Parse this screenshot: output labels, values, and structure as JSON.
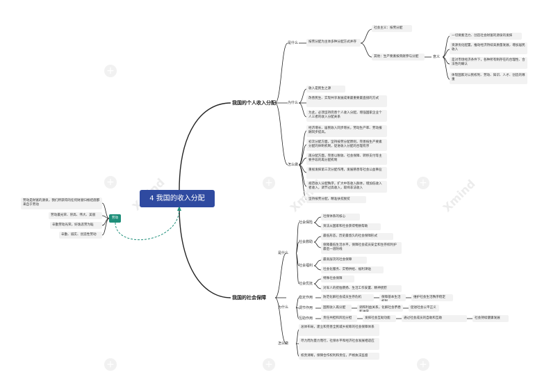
{
  "root": {
    "title": "4 我国的收入分配"
  },
  "labor": {
    "tag": "劳动",
    "items": [
      "劳动是财富的源泉，我们所获得的任何财富归根结底都来自于劳动",
      "劳动最光荣、崇高、伟大、美丽",
      "辛勤劳动光荣，好逸恶劳为耻",
      "辛勤、诚实、创造性劳动"
    ]
  },
  "income": {
    "title": "我国的个人收入分配",
    "what": {
      "label": "是什么",
      "core": "按劳分配为主体多种分配方式并存",
      "a": "社会主义：按劳分配",
      "b": "其他：生产要素按贡献参与分配",
      "meaning_label": "意义",
      "meaning": [
        "一切要素活力、创造社会财富的源泉的发挥",
        "资源优化配置，推动经济持续高质量发展，增加居民收入",
        "是对市场经济条件下，各种所有制存在的合理性、合法性的确认",
        "体现国家对公民权利、劳动、知识、人才、创造的尊重"
      ]
    },
    "why": {
      "label": "为什么",
      "items": [
        "收入是民生之源",
        "改善民生、实现共享发展成果最重要最直接的方式",
        "为此，必须坚持完善个人收入分配，增强国家企业个人三者的收入分配关系"
      ]
    },
    "how": {
      "label": "怎么做",
      "items": [
        "经济增长、居民收入同步增长，劳动生产率、劳动报酬同步提高。",
        "初次分配方面，坚持按劳分配原则，完善按生产要素分配的体制机制，促进收入分配的合理有序",
        "再分配方面，完善以税收、社会保障、转移支付等主要手段的再分配机制",
        "重视发挥第三次分配作用，发展慈善等社会公益事业",
        "规范收入分配秩序，扩大中等收入群体，增加低收入者收入，调节过高收入，取缔非法收入",
        "坚持按劳分配，精准扶贫脱贫"
      ]
    }
  },
  "security": {
    "title": "我国的社会保障",
    "what": {
      "label": "是什么",
      "groups": [
        {
          "name": "社会保险",
          "items": [
            "社保体系的核心",
            "资法从国家和社会获得物质帮助"
          ]
        },
        {
          "name": "社会救助",
          "items": [
            "最低形态，历史最悠久的社会保障形式",
            "保障最低生活水平，保障社会成员安全和生存权利护最后一道防线"
          ]
        },
        {
          "name": "社会福利",
          "items": [
            "最高层次的社会保障",
            "社会化服务、实物供给、福利津贴"
          ]
        },
        {
          "name": "社会优抚",
          "items": [
            "特殊社会保障",
            "对军人的抚恤褒扬、生活工作安置、精神抚慰"
          ]
        }
      ]
    },
    "why": {
      "label": "为什么",
      "rows": [
        {
          "name": "稳定作用",
          "chain": [
            "防范化解社会成员生存危机",
            "保障基本生活权利",
            "维护社会生活秩序稳定"
          ]
        },
        {
          "name": "调节作用",
          "chain": [
            "国民收入再分配",
            "调和利益关系，化解社会矛盾和冲突",
            "促进社会公平正义"
          ]
        },
        {
          "name": "互助作用",
          "chain": [
            "责任共担和风险分担",
            "发挥社会互助功能",
            "通过社会成员的自助和互助",
            "社会持续健康发展"
          ]
        }
      ]
    },
    "how": {
      "label": "怎么做",
      "items": [
        "总体布局，建立和完善全民城乡统筹的社会保障体系",
        "尽力而为量力而行，社保水平和经济社会发展相适应",
        "权责清晰，保障合作权利和责任，严格执法监督"
      ]
    }
  },
  "watermark": "Xmind",
  "colors": {
    "root": "#2f4aa0",
    "labor_tag": "#1f8f7a",
    "line": "#222222",
    "dashed": "#1f8f7a"
  }
}
